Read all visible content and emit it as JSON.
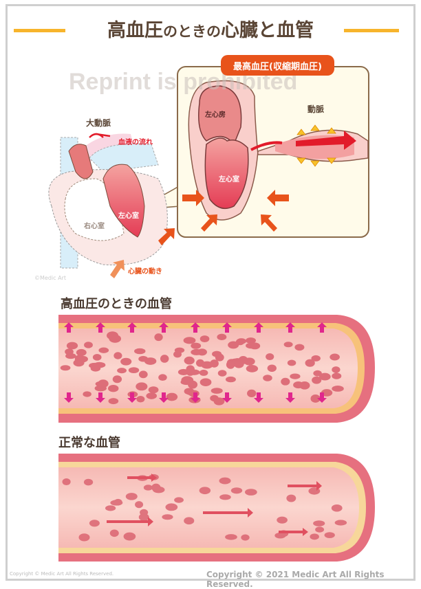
{
  "title": {
    "part1": "高血圧",
    "part2": "のときの",
    "part3": "心臓と血管"
  },
  "watermark": "Reprint is prohibited",
  "callout": {
    "badge": "最高血圧(収縮期血圧)",
    "left_atrium": "左心房",
    "left_ventricle": "左心室",
    "artery": "動脈"
  },
  "heart": {
    "aorta": "大動脈",
    "blood_flow": "血液の流れ",
    "left_ventricle": "左心室",
    "right_ventricle": "右心室",
    "heart_motion": "心臓の動き",
    "small_credit": "©Medic Art"
  },
  "sections": {
    "hypertension_vessel": "高血圧のときの血管",
    "normal_vessel": "正常な血管"
  },
  "colors": {
    "accent_orange": "#e8531b",
    "title_brown": "#5a4535",
    "bar_yellow": "#f7b42c",
    "pressure_arrow": "#e0268c"
  },
  "footer": {
    "copyright_small": "Copyright © Medic Art All Rights Reserved.",
    "copyright": "Copyright © 2021 Medic Art All Rights Reserved."
  }
}
